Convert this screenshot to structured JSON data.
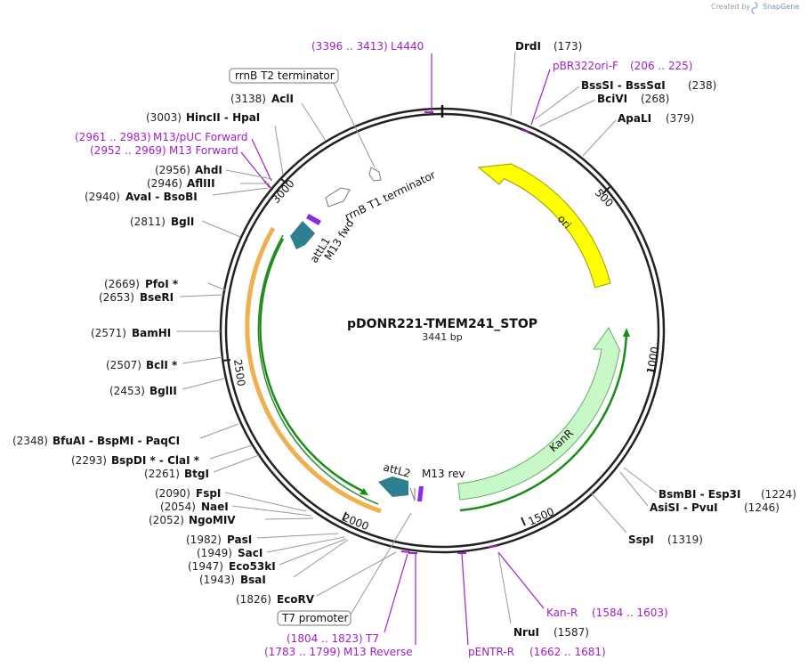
{
  "plasmid": {
    "name": "pDONR221-TMEM241_STOP",
    "length": "3441 bp"
  },
  "credit": {
    "created_by": "Created by",
    "brand": "SnapGene"
  },
  "ticks": [
    "500",
    "1000",
    "1500",
    "2000",
    "2500",
    "3000"
  ],
  "features": {
    "ori": "ori",
    "kanr": "KanR",
    "attl1": "attL1",
    "attl2": "attL2",
    "m13fwd": "M13 fwd",
    "m13rev": "M13 rev",
    "rrnb_t1": "rrnB T1 terminator",
    "rrnb_t2": "rrnB T2 terminator",
    "t7_promoter": "T7 promoter"
  },
  "primers": [
    {
      "range": "(3396 .. 3413)",
      "name": "L4440"
    },
    {
      "range": "(206 .. 225)",
      "name": "pBR322ori-F"
    },
    {
      "range": "(2961 .. 2983)",
      "name": "M13/pUC Forward"
    },
    {
      "range": "(2952 .. 2969)",
      "name": "M13 Forward"
    },
    {
      "range": "(1584 .. 1603)",
      "name": "Kan-R"
    },
    {
      "range": "(1804 .. 1823)",
      "name": "T7"
    },
    {
      "range": "(1783 .. 1799)",
      "name": "M13 Reverse"
    },
    {
      "range": "(1662 .. 1681)",
      "name": "pENTR-R"
    }
  ],
  "enzymes": [
    {
      "name": "DrdI",
      "pos": "(173)"
    },
    {
      "name": "BssSI  -  BssSαI",
      "pos": "(238)"
    },
    {
      "name": "BciVI",
      "pos": "(268)"
    },
    {
      "name": "ApaLI",
      "pos": "(379)"
    },
    {
      "name": "BsmBI  -  Esp3I",
      "pos": "(1224)"
    },
    {
      "name": "AsiSI  -  PvuI",
      "pos": "(1246)"
    },
    {
      "name": "SspI",
      "pos": "(1319)"
    },
    {
      "name": "NruI",
      "pos": "(1587)"
    },
    {
      "name": "AclI",
      "pos": "(3138)"
    },
    {
      "name": "HincII  -  HpaI",
      "pos": "(3003)"
    },
    {
      "name": "AhdI",
      "pos": "(2956)"
    },
    {
      "name": "AflIII",
      "pos": "(2946)"
    },
    {
      "name": "AvaI  -  BsoBI",
      "pos": "(2940)"
    },
    {
      "name": "BglI",
      "pos": "(2811)"
    },
    {
      "name": "PfoI *",
      "pos": "(2669)"
    },
    {
      "name": "BseRI",
      "pos": "(2653)"
    },
    {
      "name": "BamHI",
      "pos": "(2571)"
    },
    {
      "name": "BclI *",
      "pos": "(2507)"
    },
    {
      "name": "BglII",
      "pos": "(2453)"
    },
    {
      "name": "BfuAI  -  BspMI  -  PaqCI",
      "pos": "(2348)"
    },
    {
      "name": "BspDI *  -  ClaI *",
      "pos": "(2293)"
    },
    {
      "name": "BtgI",
      "pos": "(2261)"
    },
    {
      "name": "FspI",
      "pos": "(2090)"
    },
    {
      "name": "NaeI",
      "pos": "(2054)"
    },
    {
      "name": "NgoMIV",
      "pos": "(2052)"
    },
    {
      "name": "PasI",
      "pos": "(1982)"
    },
    {
      "name": "SacI",
      "pos": "(1949)"
    },
    {
      "name": "Eco53kI",
      "pos": "(1947)"
    },
    {
      "name": "BsaI",
      "pos": "(1943)"
    },
    {
      "name": "EcoRV",
      "pos": "(1826)"
    }
  ]
}
